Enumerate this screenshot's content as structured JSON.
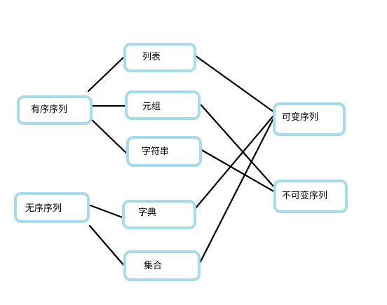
{
  "nodes": {
    "ordered": "有序序列",
    "unordered": "无序序列",
    "list": "列表",
    "tuple": "元组",
    "string": "字符串",
    "dict": "字典",
    "set": "集合",
    "mutable": "可变序列",
    "immutable": "不可变序列"
  },
  "edges": [
    [
      "ordered",
      "list"
    ],
    [
      "ordered",
      "tuple"
    ],
    [
      "ordered",
      "string"
    ],
    [
      "unordered",
      "dict"
    ],
    [
      "unordered",
      "set"
    ],
    [
      "list",
      "mutable"
    ],
    [
      "dict",
      "mutable"
    ],
    [
      "set",
      "mutable"
    ],
    [
      "tuple",
      "immutable"
    ],
    [
      "string",
      "immutable"
    ]
  ],
  "colors": {
    "box_border": "#a8dbe8",
    "edge": "#000000"
  }
}
